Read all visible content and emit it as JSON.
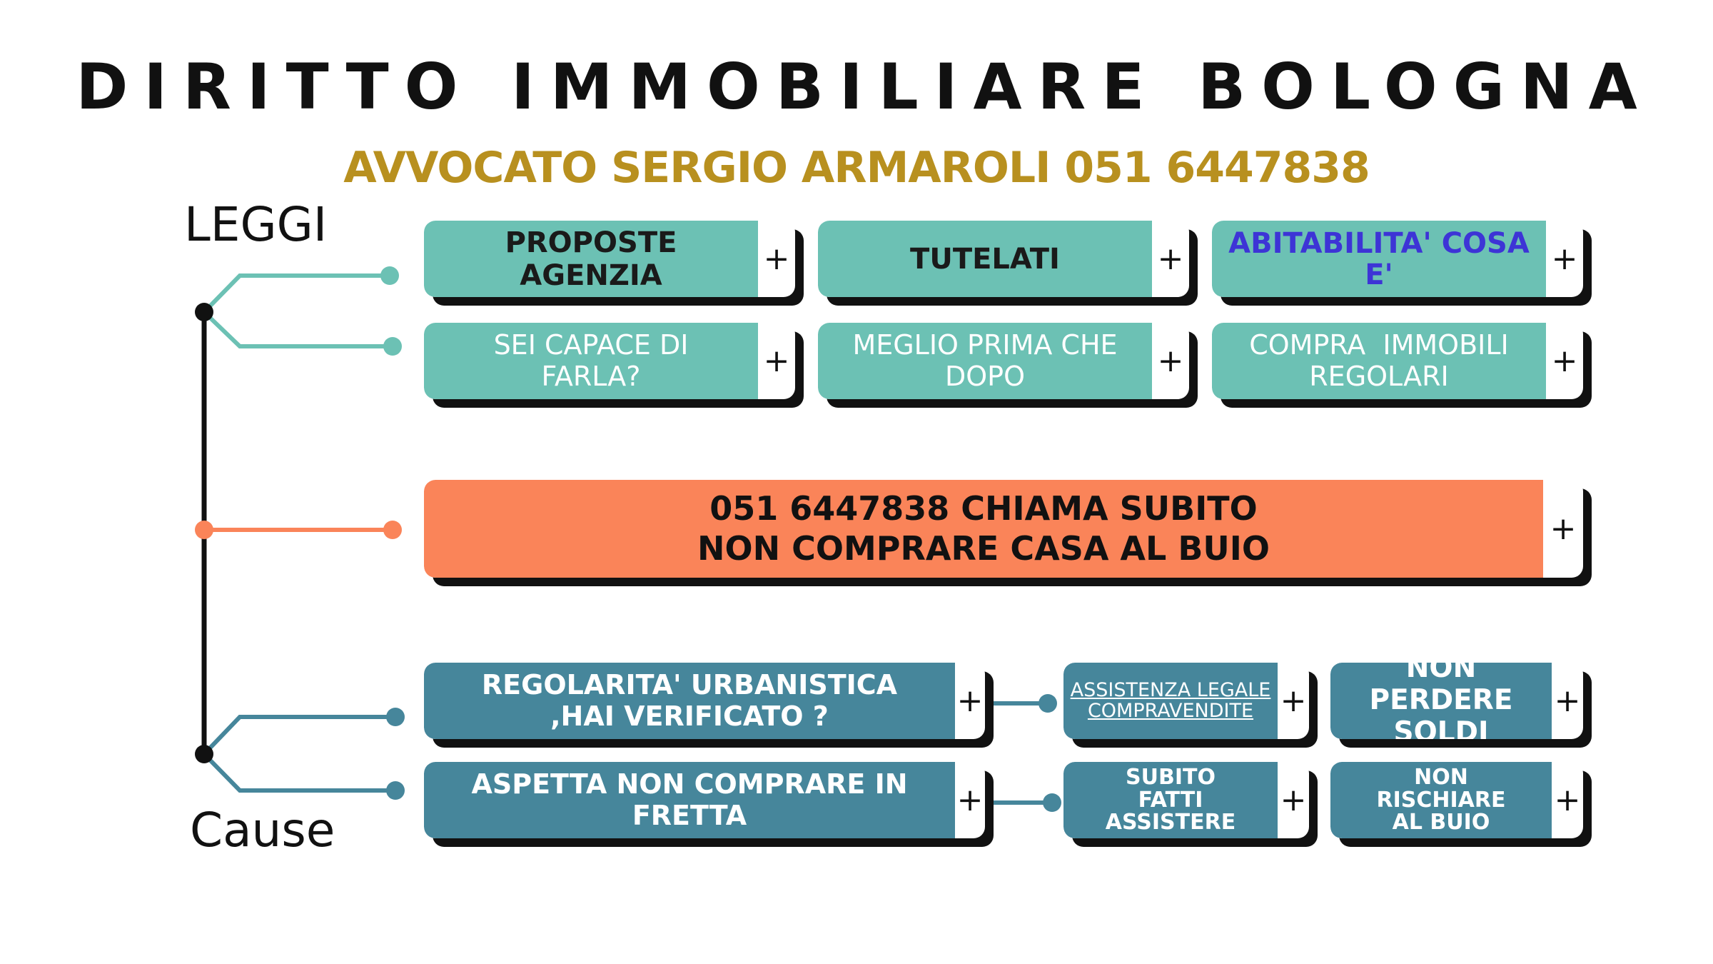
{
  "header": {
    "title": "DIRITTO IMMOBILIARE BOLOGNA",
    "subtitle": "AVVOCATO SERGIO ARMAROLI 051 6447838"
  },
  "labels": {
    "top": "LEGGI",
    "bottom": "Cause"
  },
  "colors": {
    "teal": "#6cc1b4",
    "orange": "#fa8459",
    "blue": "#46869b",
    "gold": "#b8901f",
    "link": "#3d34d6"
  },
  "boxes": {
    "proposte": "PROPOSTE AGENZIA",
    "tutelati": "TUTELATI",
    "abitabilita": "ABITABILITA' COSA E'",
    "capace": "SEI CAPACE DI FARLA?",
    "meglio": "MEGLIO PRIMA CHE DOPO",
    "compra": "COMPRA  IMMOBILI REGOLARI",
    "chiama_line1": "051 6447838  CHIAMA SUBITO",
    "chiama_line2": "NON COMPRARE CASA AL BUIO",
    "regolarita": "REGOLARITA' URBANISTICA ,HAI VERIFICATO ?",
    "assistenza": "ASSISTENZA LEGALE COMPRAVENDITE",
    "perder": "NON PERDERE SOLDI",
    "aspetta": "ASPETTA NON COMPRARE IN FRETTA",
    "subito": "SUBITO FATTI ASSISTERE",
    "rischiare": "NON RISCHIARE AL BUIO"
  },
  "plus_symbol": "+"
}
